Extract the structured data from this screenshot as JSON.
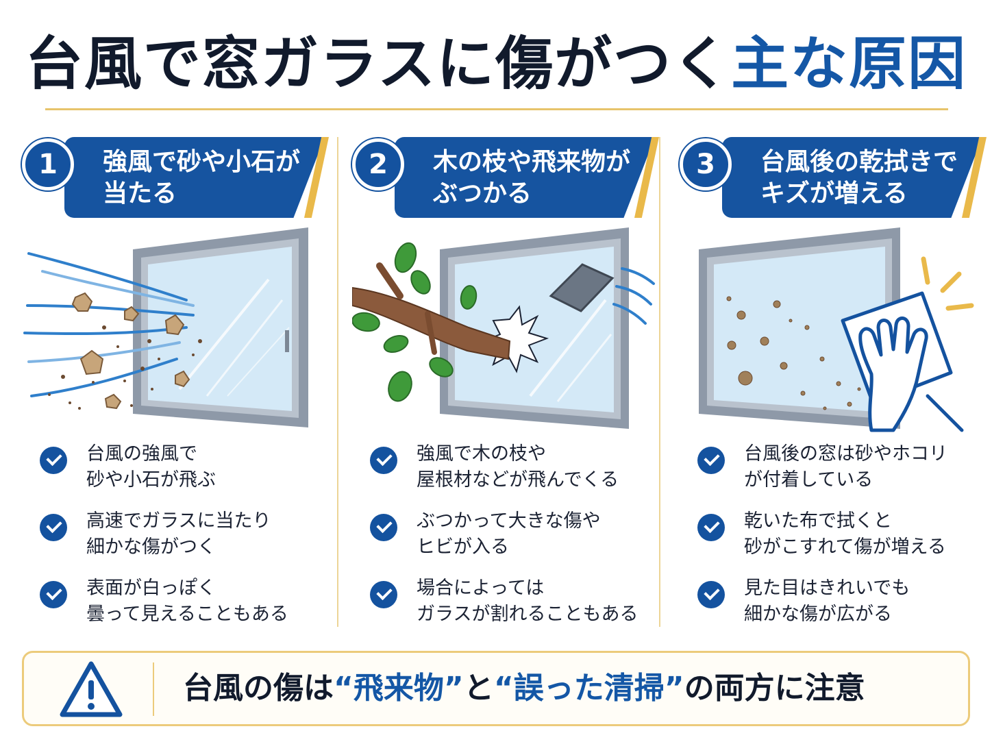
{
  "title": {
    "part1": "台風で窓ガラスに傷がつく",
    "part2": "主な原因"
  },
  "panels": [
    {
      "number": "1",
      "heading_line1": "強風で砂や小石が",
      "heading_line2": "当たる",
      "items": [
        "台風の強風で\n砂や小石が飛ぶ",
        "高速でガラスに当たり\n細かな傷がつく",
        "表面が白っぽく\n曇って見えることもある"
      ]
    },
    {
      "number": "2",
      "heading_line1": "木の枝や飛来物が",
      "heading_line2": "ぶつかる",
      "items": [
        "強風で木の枝や\n屋根材などが飛んでくる",
        "ぶつかって大きな傷や\nヒビが入る",
        "場合によっては\nガラスが割れることもある"
      ]
    },
    {
      "number": "3",
      "heading_line1": "台風後の乾拭きで",
      "heading_line2": "キズが増える",
      "items": [
        "台風後の窓は砂やホコリ\nが付着している",
        "乾いた布で拭くと\n砂がこすれて傷が増える",
        "見た目はきれいでも\n細かな傷が広がる"
      ]
    }
  ],
  "warning": {
    "pre": "台風の傷は",
    "hl1": "“飛来物”",
    "mid": "と",
    "hl2": "“誤った清掃”",
    "post": "の両方に注意"
  },
  "colors": {
    "brand_blue": "#1457a6",
    "accent_gold": "#e9b94a",
    "title_dark": "#111a2c"
  },
  "icons": [
    "check-icon",
    "warning-triangle-icon",
    "wind-lines-icon",
    "window-icon",
    "branch-icon",
    "roof-tile-icon",
    "cloth-hand-icon"
  ]
}
